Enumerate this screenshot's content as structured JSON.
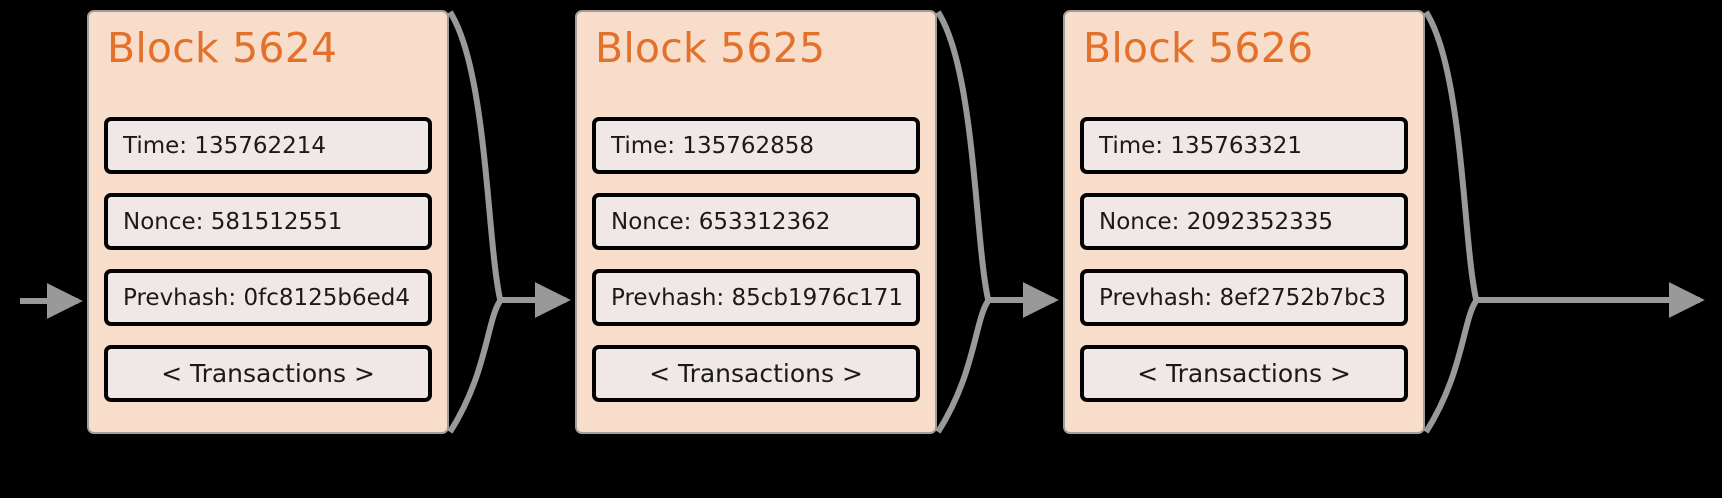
{
  "diagram": {
    "type": "blockchain-chain",
    "background_color": "#000000",
    "block_fill_color": "#f9ddcb",
    "block_border_color": "#9e9e9e",
    "field_fill_color": "#f0e8e6",
    "field_border_color": "#000000",
    "title_color": "#e2712c",
    "connector_color": "#999999",
    "labels": {
      "time": "Time:",
      "nonce": "Nonce:",
      "prevhash": "Prevhash:"
    },
    "blocks": [
      {
        "title": "Block 5624",
        "time": "Time: 135762214",
        "nonce": "Nonce: 581512551",
        "prevhash": "Prevhash: 0fc8125b6ed4",
        "transactions": "< Transactions >"
      },
      {
        "title": "Block 5625",
        "time": "Time: 135762858",
        "nonce": "Nonce: 653312362",
        "prevhash": "Prevhash: 85cb1976c171",
        "transactions": "< Transactions >"
      },
      {
        "title": "Block 5626",
        "time": "Time: 135763321",
        "nonce": "Nonce: 2092352335",
        "prevhash": "Prevhash: 8ef2752b7bc3",
        "transactions": "< Transactions >"
      }
    ],
    "connectors": [
      {
        "name": "incoming-arrow",
        "from": "chain-start",
        "to": "block-5624"
      },
      {
        "name": "brace-arrow-1",
        "from": "block-5624",
        "to": "block-5625"
      },
      {
        "name": "brace-arrow-2",
        "from": "block-5625",
        "to": "block-5626"
      },
      {
        "name": "brace-arrow-3",
        "from": "block-5626",
        "to": "chain-continues"
      }
    ]
  }
}
